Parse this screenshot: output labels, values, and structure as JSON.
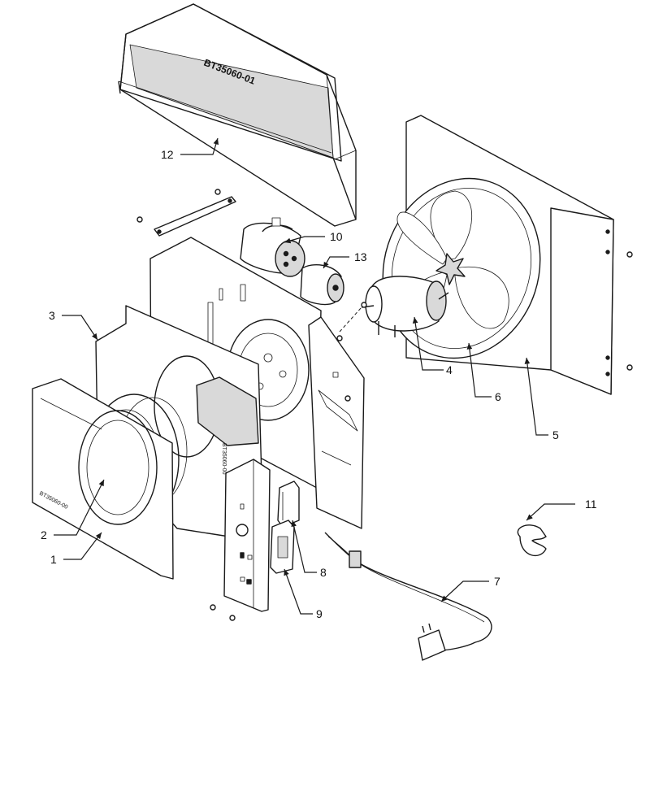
{
  "diagram": {
    "part_stamp_top": "BT35060-01",
    "part_stamp_front": "BT35060-00",
    "part_stamp_panel": "BT35060-00",
    "callouts": {
      "p1": "1",
      "p2": "2",
      "p3": "3",
      "p4": "4",
      "p5": "5",
      "p6": "6",
      "p7": "7",
      "p8": "8",
      "p9": "9",
      "p10": "10",
      "p11": "11",
      "p12": "12",
      "p13": "13"
    }
  }
}
